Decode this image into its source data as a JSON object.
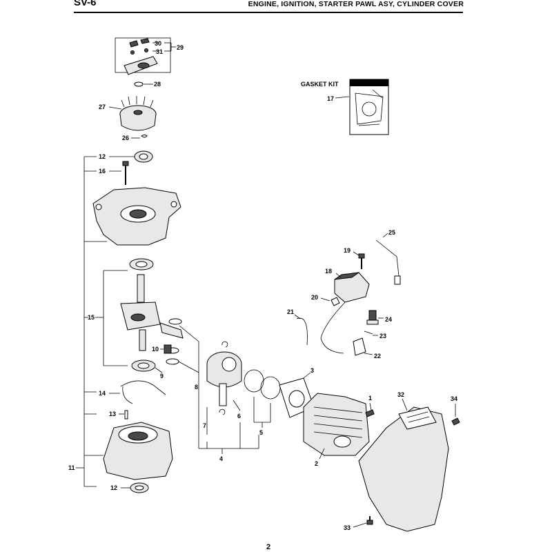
{
  "header": {
    "model": "SV-6",
    "section_title": "ENGINE, IGNITION, STARTER PAWL ASY, CYLINDER COVER"
  },
  "gasket_kit": {
    "label": "GASKET KIT",
    "number": "17"
  },
  "callouts": [
    "1",
    "2",
    "3",
    "4",
    "5",
    "6",
    "7",
    "8",
    "9",
    "10",
    "11",
    "12",
    "12",
    "13",
    "14",
    "15",
    "16",
    "18",
    "19",
    "20",
    "21",
    "22",
    "23",
    "24",
    "25",
    "26",
    "27",
    "28",
    "29",
    "30",
    "31",
    "32",
    "33",
    "34"
  ],
  "page_number": "2"
}
